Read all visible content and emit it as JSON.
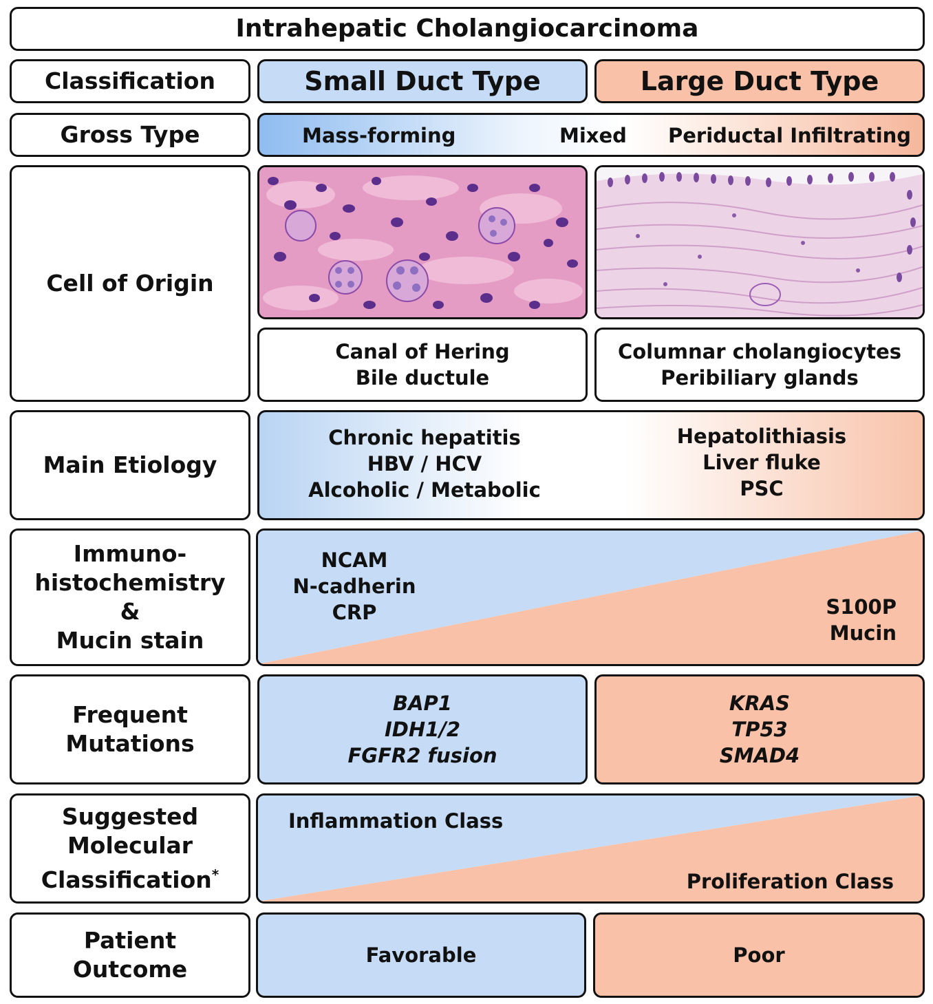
{
  "title": "Intrahepatic Cholangiocarcinoma",
  "rows": {
    "classification": "Classification",
    "gross_type": "Gross Type",
    "cell_of_origin": "Cell of Origin",
    "main_etiology": "Main Etiology",
    "ihc": [
      "Immuno-",
      "histochemistry",
      "&",
      "Mucin stain"
    ],
    "mutations": [
      "Frequent",
      "Mutations"
    ],
    "molecular": [
      "Suggested",
      "Molecular",
      "Classification"
    ],
    "molecular_mark": "*",
    "outcome": [
      "Patient",
      "Outcome"
    ]
  },
  "small": {
    "type": "Small Duct Type",
    "origin": [
      "Canal of Hering",
      "Bile ductule"
    ],
    "etiology": [
      "Chronic hepatitis",
      "HBV / HCV",
      "Alcoholic / Metabolic"
    ],
    "ihc": [
      "NCAM",
      "N-cadherin",
      "CRP"
    ],
    "mutations": [
      "BAP1",
      "IDH1/2",
      "FGFR2 fusion"
    ],
    "molecular": "Inflammation Class",
    "outcome": "Favorable"
  },
  "large": {
    "type": "Large Duct Type",
    "origin": [
      "Columnar cholangiocytes",
      "Peribiliary glands"
    ],
    "etiology": [
      "Hepatolithiasis",
      "Liver fluke",
      "PSC"
    ],
    "ihc": [
      "S100P",
      "Mucin"
    ],
    "mutations": [
      "KRAS",
      "TP53",
      "SMAD4"
    ],
    "molecular": "Proliferation Class",
    "outcome": "Poor"
  },
  "gross": {
    "left": "Mass-forming",
    "middle": "Mixed",
    "right": "Periductal Infiltrating"
  },
  "colors": {
    "blue": "#c6dcf6",
    "salmon": "#f9c1a7",
    "histology_stroma": "#e8a2c8",
    "histology_nuclei": "#5a2f8a"
  }
}
